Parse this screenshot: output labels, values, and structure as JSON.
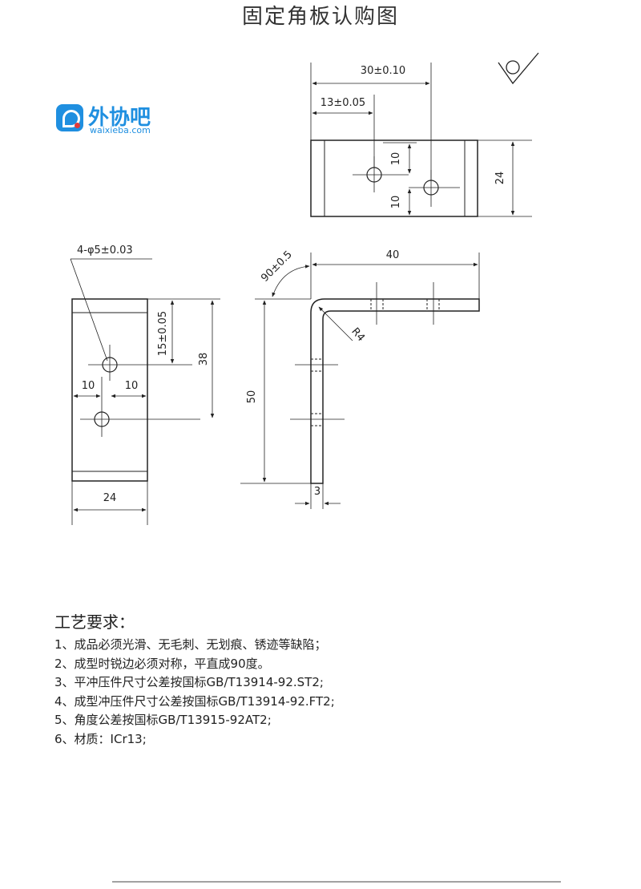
{
  "title": "固定角板认购图",
  "logo": {
    "name": "外协吧",
    "url": "waixieba.com"
  },
  "dims": {
    "d30": "30±0.10",
    "d13": "13±0.05",
    "d10a": "10",
    "d10b": "10",
    "d24top": "24",
    "d4phi5": "4-φ5±0.03",
    "d90": "90±0.5",
    "d40": "40",
    "dR4": "R4",
    "d15": "15±0.05",
    "d38": "38",
    "d10left": "10",
    "d10right": "10",
    "d50": "50",
    "d24bottom": "24",
    "d3": "3"
  },
  "requirements": {
    "title": "工艺要求：",
    "items": [
      "1、成品必须光滑、无毛刺、无划痕、锈迹等缺陷；",
      "2、成型时锐边必须对称，平直成90度。",
      "3、平冲压件尺寸公差按国标GB/T13914-92.ST2;",
      "4、成型冲压件尺寸公差按国标GB/T13914-92.FT2;",
      "5、角度公差按国标GB/T13915-92AT2;",
      "6、材质：ICr13;"
    ]
  }
}
